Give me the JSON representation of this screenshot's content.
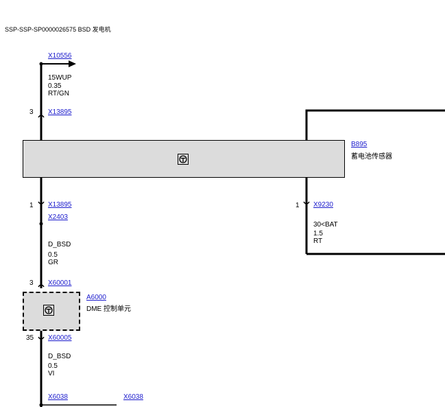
{
  "title": "SSP-SSP-SP0000026575 BSD 发电机",
  "wire1": {
    "connector_link": "X10556",
    "signal": "15WUP",
    "gauge": "0.35",
    "color": "RT/GN"
  },
  "pin1": {
    "number": "3",
    "connector_link": "X13895"
  },
  "b895": {
    "link": "B895",
    "name": "蓄电池传感器"
  },
  "pin2": {
    "number": "1",
    "connector_link": "X13895",
    "splice_link": "X2403"
  },
  "pin3": {
    "number": "1",
    "connector_link": "X9230",
    "signal": "30<BAT",
    "gauge": "1.5",
    "color": "RT"
  },
  "wire2": {
    "signal": "D_BSD",
    "gauge": "0.5",
    "color": "GR"
  },
  "pin4": {
    "number": "3",
    "connector_link": "X60001"
  },
  "a6000": {
    "link": "A6000",
    "name": "DME 控制单元"
  },
  "pin5": {
    "number": "35",
    "connector_link": "X60005"
  },
  "wire3": {
    "signal": "D_BSD",
    "gauge": "0.5",
    "color": "VI"
  },
  "bottom": {
    "connector_left": "X6038",
    "connector_right": "X6038"
  },
  "icons": [
    "component-info-icon",
    "arrow-right-icon"
  ],
  "colors": {
    "link": "#1a1acc",
    "component_fill": "#dcdcdc",
    "wire": "#000000"
  }
}
